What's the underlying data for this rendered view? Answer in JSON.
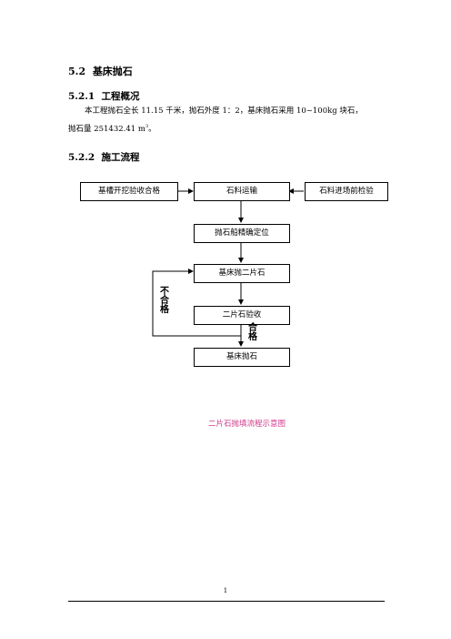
{
  "section": {
    "number": "5.2",
    "title": "基床抛石"
  },
  "subsection_1": {
    "number": "5.2.1",
    "title": "工程概况"
  },
  "paragraph": {
    "line1": "本工程抛石全长 11.15 千米，抛石外度 1：2，基床抛石采用 10~100kg 块石，",
    "line2_prefix": "抛石量 251432.41 m",
    "line2_sup": "3",
    "line2_suffix": "。"
  },
  "subsection_2": {
    "number": "5.2.2",
    "title": "施工流程"
  },
  "flowchart": {
    "boxes": {
      "excavation": "基槽开挖验收合格",
      "transport": "石料运输",
      "inspection": "石料进场前检验",
      "positioning": "抛石船精确定位",
      "throw_secondary": "基床抛二片石",
      "acceptance": "二片石验收",
      "throw_bed": "基床抛石"
    },
    "labels": {
      "fail": "不合格",
      "pass": "合格"
    }
  },
  "caption": "二片石抛填流程示意图",
  "page_number": "1"
}
